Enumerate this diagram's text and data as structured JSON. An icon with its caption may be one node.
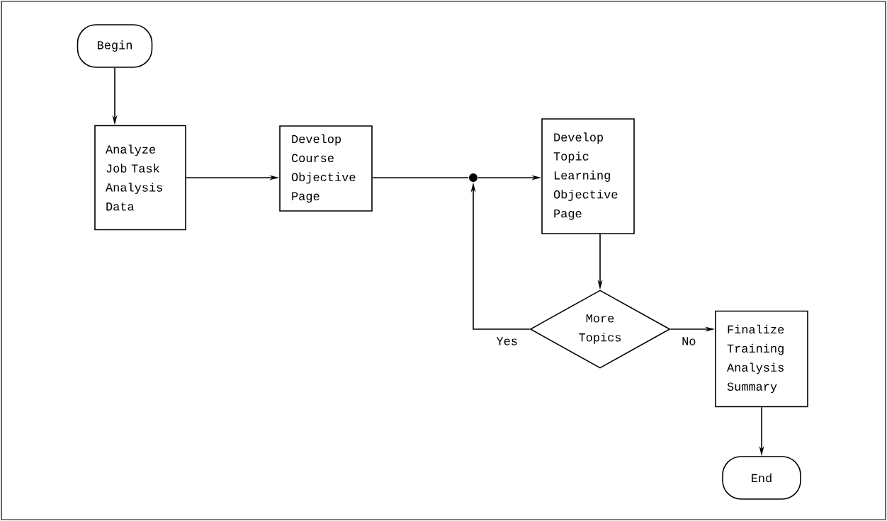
{
  "diagram": {
    "nodes": [
      {
        "text": [
          "Begin"
        ]
      },
      {
        "text": [
          "Analyze Job Task Analysis Data"
        ]
      },
      {
        "text": [
          "Develop Course Objective Page"
        ]
      },
      {
        "text": [],
        "shape": "circle"
      },
      {
        "text": [
          "Develop Topic Learning Objective Page"
        ]
      },
      {
        "text": [
          "More Topics"
        ]
      },
      {
        "text": [
          "Finalize Training Analysis Summary"
        ]
      },
      {
        "text": [
          "End"
        ]
      }
    ],
    "edges": [
      {
        "from": 0,
        "to": 1,
        "arrow": "to"
      },
      {
        "from": 1,
        "to": 2,
        "arrow": "to"
      },
      {
        "from": 2,
        "to": 3,
        "arrow": "none"
      },
      {
        "from": 3,
        "to": 4,
        "arrow": "to"
      },
      {
        "from": 4,
        "to": 5,
        "arrow": "to"
      },
      {
        "from": 5,
        "to": 3,
        "arrow": "to",
        "label": "Yes"
      },
      {
        "from": 5,
        "to": 6,
        "arrow": "to",
        "label": "No"
      },
      {
        "from": 6,
        "to": 7,
        "arrow": "to"
      }
    ]
  }
}
